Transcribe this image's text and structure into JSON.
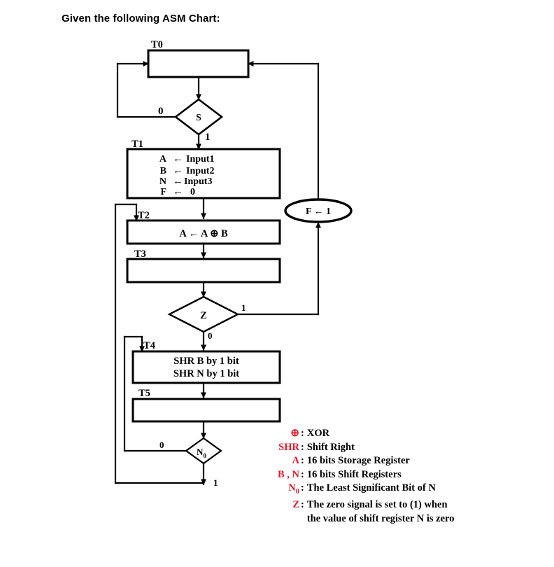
{
  "page": {
    "title": "Given the following ASM Chart:"
  },
  "chart": {
    "type": "asm-chart",
    "states": [
      {
        "id": "T0",
        "label": "T0",
        "lines": []
      },
      {
        "id": "T1",
        "label": "T1",
        "lines": [
          "A ← Input1",
          "B ← Input2",
          "N ← Input3",
          "F ← 0"
        ]
      },
      {
        "id": "T2",
        "label": "T2",
        "lines": [
          "A ← A ⊕ B"
        ]
      },
      {
        "id": "T3",
        "label": "T3",
        "lines": []
      },
      {
        "id": "T4",
        "label": "T4",
        "lines": [
          "SHR  B by 1 bit",
          "SHR  N by 1 bit"
        ]
      },
      {
        "id": "T5",
        "label": "T5",
        "lines": []
      }
    ],
    "decisions": [
      {
        "id": "S",
        "label": "S",
        "false_label": "0",
        "true_label": "1"
      },
      {
        "id": "Z",
        "label": "Z",
        "false_label": "0",
        "true_label": "1"
      },
      {
        "id": "N0",
        "label": "N",
        "sub": "0",
        "false_label": "0",
        "true_label": "1"
      }
    ],
    "conditional_outputs": [
      {
        "id": "F1",
        "text": "F ← 1"
      }
    ],
    "state_box_text": {
      "t1_line1_dest": "A",
      "t1_line1_src": "Input1",
      "t1_line2_dest": "B",
      "t1_line2_src": "Input2",
      "t1_line3_dest": "N",
      "t1_line3_src": "Input3",
      "t1_line4_dest": "F",
      "t1_line4_src": "0",
      "t2_line1": "A ← A ⊕ B",
      "t4_line1": "SHR  B by 1 bit",
      "t4_line2": "SHR  N by 1 bit"
    }
  },
  "legend": {
    "title": "",
    "items": [
      {
        "symbol": "⊕",
        "definition": "XOR"
      },
      {
        "symbol": "SHR",
        "definition": "Shift Right"
      },
      {
        "symbol": "A",
        "definition": "16 bits Storage Register"
      },
      {
        "symbol": "B , N",
        "definition": "16 bits Shift Registers"
      },
      {
        "symbol": "N0",
        "definition": "The Least Significant Bit of N"
      },
      {
        "symbol": "Z",
        "definition": "The zero signal is set to (1) when the value of shift register N is zero"
      }
    ]
  },
  "colors": {
    "accent_red": "#e8192c",
    "line": "#000000",
    "background": "#ffffff"
  }
}
